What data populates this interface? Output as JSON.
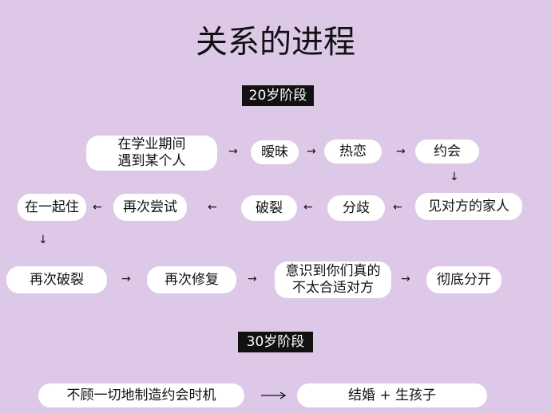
{
  "title": "关系的进程",
  "stage20": {
    "badge": "20岁阶段",
    "nodes": {
      "study_meet_line1": "在学业期间",
      "study_meet_line2": "遇到某个人",
      "ambiguous": "暧昧",
      "in_love": "热恋",
      "dating": "约会",
      "meet_family": "见对方的家人",
      "disagreement": "分歧",
      "breakup": "破裂",
      "try_again": "再次尝试",
      "live_together": "在一起住",
      "break_again": "再次破裂",
      "repair_again": "再次修复",
      "realize_line1": "意识到你们真的",
      "realize_line2": "不太合适对方",
      "split_up": "彻底分开"
    }
  },
  "stage30": {
    "badge": "30岁阶段",
    "nodes": {
      "arrange_dates": "不顾一切地制造约会时机",
      "marry_kids": "结婚 + 生孩子"
    }
  },
  "arrows": {
    "right": "→",
    "left": "←",
    "down": "↓"
  }
}
